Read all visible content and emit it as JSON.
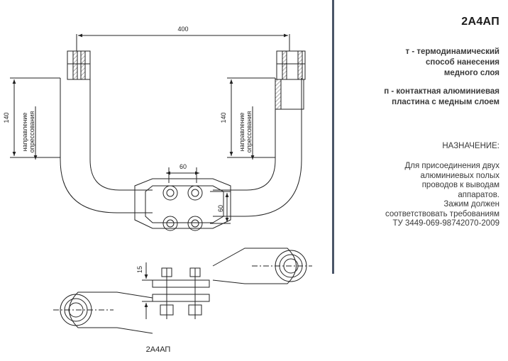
{
  "drawing": {
    "dims": {
      "width_top": "400",
      "height_left": "140",
      "height_right": "140",
      "bolt_spacing_h": "60",
      "bolt_spacing_v": "60",
      "plate_thickness": "15"
    },
    "press_direction_line1": "направление",
    "press_direction_line2": "опрессования",
    "caption": "2А4АП"
  },
  "side": {
    "model": "2А4АП",
    "note_t": [
      "т - термодинамический",
      "способ нанесения",
      "медного слоя"
    ],
    "note_p": [
      "п - контактная алюминиевая",
      "пластина с медным слоем"
    ],
    "purpose_heading": "НАЗНАЧЕНИЕ:",
    "purpose_lines": [
      "Для присоединения двух",
      "алюминиевых полых",
      "проводов к выводам",
      "аппаратов.",
      "Зажим должен",
      "соответствовать требованиям",
      "ТУ 3449-069-98742070-2009"
    ]
  },
  "colors": {
    "divider": "#4a5568",
    "line": "#222222"
  }
}
